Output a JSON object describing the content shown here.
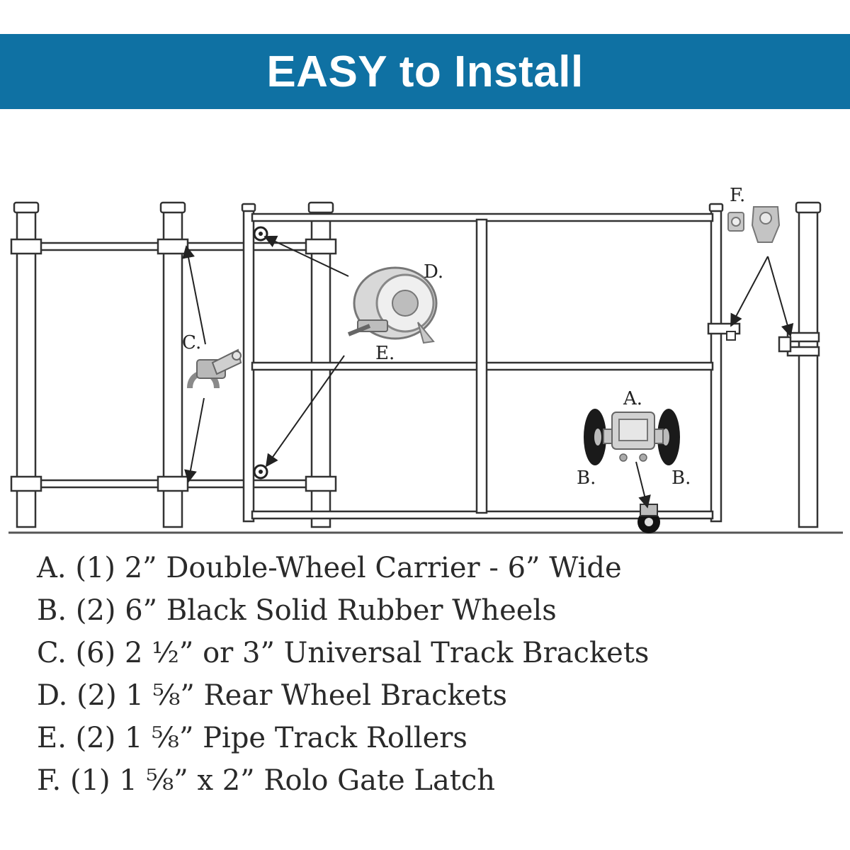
{
  "banner": {
    "title": "EASY to Install",
    "background": "#0f71a3",
    "text_color": "#ffffff"
  },
  "callouts": {
    "a": "A.",
    "b_left": "B.",
    "b_right": "B.",
    "c": "C.",
    "d": "D.",
    "e": "E.",
    "f": "F."
  },
  "parts": [
    {
      "letter": "A.",
      "text": "(1) 2” Double-Wheel Carrier - 6” Wide"
    },
    {
      "letter": "B.",
      "text": "(2) 6” Black Solid Rubber Wheels"
    },
    {
      "letter": "C.",
      "text": "(6) 2 ½” or 3” Universal Track Brackets"
    },
    {
      "letter": "D.",
      "text": "(2) 1 ⅝” Rear Wheel Brackets"
    },
    {
      "letter": "E.",
      "text": "(2) 1 ⅝” Pipe Track Rollers"
    },
    {
      "letter": "F.",
      "text": "(1) 1 ⅝” x 2” Rolo Gate Latch"
    }
  ]
}
